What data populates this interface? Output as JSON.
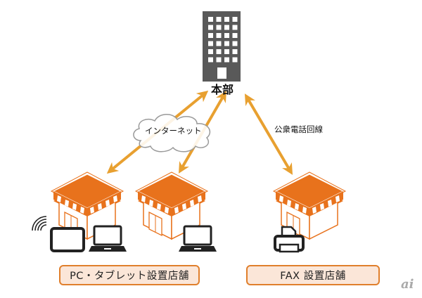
{
  "headquarters": {
    "label": "本部",
    "icon": "office-building-icon"
  },
  "connections": [
    {
      "name": "internet",
      "label": "インターネット",
      "type": "cloud",
      "arrow": "double-arrow"
    },
    {
      "name": "public-telephone-line",
      "label": "公衆電話回線",
      "type": "line",
      "arrow": "double-arrow"
    }
  ],
  "stores": [
    {
      "name": "store-pc-tablet-1",
      "devices": [
        "tablet-icon",
        "wifi-icon",
        "laptop-icon"
      ]
    },
    {
      "name": "store-pc-tablet-2",
      "devices": [
        "laptop-icon"
      ]
    },
    {
      "name": "store-fax",
      "devices": [
        "fax-printer-icon"
      ]
    }
  ],
  "groups": [
    {
      "label": "PC・タブレット設置店舗"
    },
    {
      "label": "FAX 設置店舗"
    }
  ],
  "watermark": "ai",
  "colors": {
    "accent": "#e8a030",
    "store_orange": "#e8721c",
    "label_bg": "#fbe6d8",
    "building": "#595959"
  }
}
